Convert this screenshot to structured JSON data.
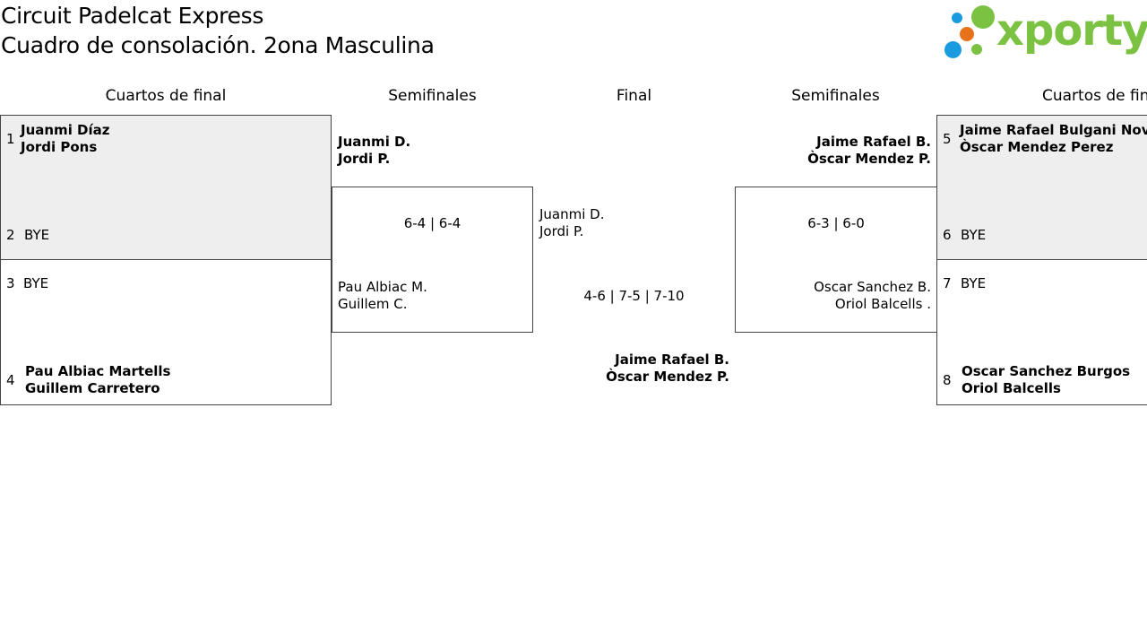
{
  "header": {
    "title_line1": "Circuit Padelcat Express",
    "title_line2": "Cuadro de consolación. 2ona Masculina",
    "logo_text": "xporty",
    "logo_dot_colors": [
      "#1a9be0",
      "#e8711c",
      "#7cc242"
    ]
  },
  "rounds": {
    "left_quarters": "Cuartos de final",
    "left_semis": "Semifinales",
    "final": "Final",
    "right_semis": "Semifinales",
    "right_quarters": "Cuartos de final"
  },
  "left_quarters": {
    "match1": {
      "seed_a": "1",
      "team_a": [
        "Juanmi Díaz",
        "Jordi Pons"
      ],
      "seed_b": "2",
      "team_b": "BYE"
    },
    "match2": {
      "seed_a": "3",
      "team_a": "BYE",
      "seed_b": "4",
      "team_b": [
        "Pau Albiac Martells",
        "Guillem Carretero"
      ]
    }
  },
  "left_semi": {
    "team_a": [
      "Juanmi D.",
      "Jordi P."
    ],
    "score": "6-4 | 6-4",
    "team_b": [
      "Pau Albiac M.",
      "Guillem C."
    ]
  },
  "final": {
    "team_a": [
      "Juanmi D.",
      "Jordi P."
    ],
    "score": "4-6 | 7-5 | 7-10",
    "winner": [
      "Jaime Rafael B.",
      "Òscar Mendez P."
    ]
  },
  "right_semi": {
    "team_a": [
      "Jaime Rafael B.",
      "Òscar Mendez P."
    ],
    "score": "6-3 | 6-0",
    "team_b": [
      "Oscar Sanchez B.",
      "Oriol Balcells ."
    ]
  },
  "right_quarters": {
    "match1": {
      "seed_a": "5",
      "team_a": [
        "Jaime Rafael Bulgani Novell",
        "Òscar Mendez Perez"
      ],
      "seed_b": "6",
      "team_b": "BYE"
    },
    "match2": {
      "seed_a": "7",
      "team_a": "BYE",
      "seed_b": "8",
      "team_b": [
        "Oscar Sanchez Burgos",
        "Oriol Balcells"
      ]
    }
  }
}
